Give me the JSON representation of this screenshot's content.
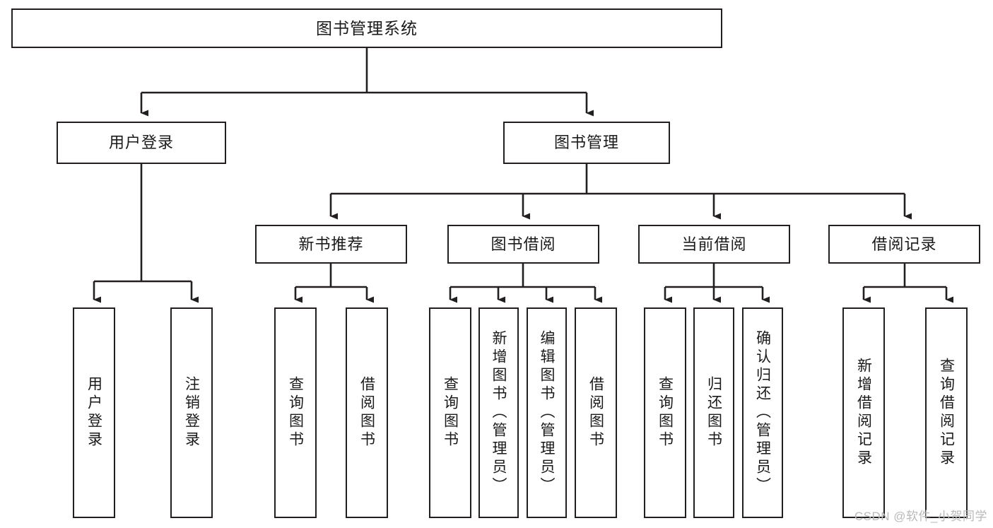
{
  "diagram": {
    "title": "图书管理系统",
    "type": "hierarchy-tree",
    "watermark": "CSDN @软件_小贺同学",
    "colors": {
      "stroke": "#231f20",
      "fill": "#ffffff",
      "text": "#1a1a1a",
      "watermark": "#b9b9b9"
    },
    "nodes": {
      "root": {
        "label": "图书管理系统"
      },
      "level2": [
        {
          "label": "用户登录"
        },
        {
          "label": "图书管理"
        }
      ],
      "level3": [
        {
          "label": "新书推荐"
        },
        {
          "label": "图书借阅"
        },
        {
          "label": "当前借阅"
        },
        {
          "label": "借阅记录"
        }
      ],
      "leaves": {
        "user_login": [
          {
            "label": "用户登录"
          },
          {
            "label": "注销登录"
          }
        ],
        "new_book": [
          {
            "label": "查询图书"
          },
          {
            "label": "借阅图书"
          }
        ],
        "book_borrow": [
          {
            "label": "查询图书"
          },
          {
            "label": "新增图书（管理员）"
          },
          {
            "label": "编辑图书（管理员）"
          },
          {
            "label": "借阅图书"
          }
        ],
        "current_borrow": [
          {
            "label": "查询图书"
          },
          {
            "label": "归还图书"
          },
          {
            "label": "确认归还（管理员）"
          }
        ],
        "borrow_record": [
          {
            "label": "新增借阅记录"
          },
          {
            "label": "查询借阅记录"
          }
        ]
      }
    }
  }
}
